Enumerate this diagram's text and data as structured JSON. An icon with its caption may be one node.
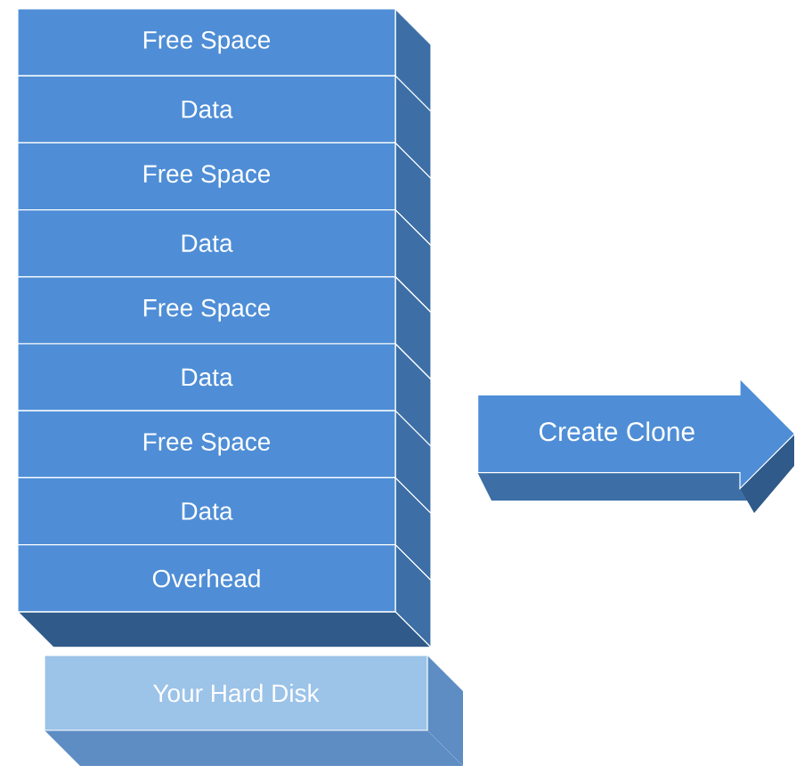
{
  "diagram": {
    "nodes": [
      {
        "text": [
          "Free Space"
        ]
      },
      {
        "text": [
          "Data"
        ]
      },
      {
        "text": [
          "Free Space"
        ]
      },
      {
        "text": [
          "Data"
        ]
      },
      {
        "text": [
          "Free Space"
        ]
      },
      {
        "text": [
          "Data"
        ]
      },
      {
        "text": [
          "Free Space"
        ]
      },
      {
        "text": [
          "Data"
        ]
      },
      {
        "text": [
          "Overhead"
        ]
      },
      {
        "text": [
          "Your Hard Disk"
        ]
      },
      {
        "text": [
          "Create Clone"
        ]
      }
    ]
  }
}
